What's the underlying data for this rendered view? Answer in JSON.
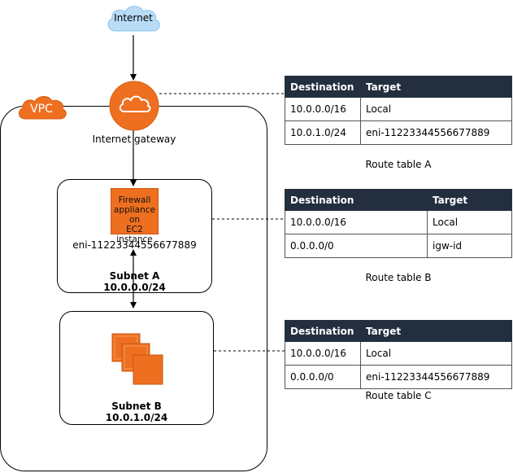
{
  "internet": {
    "label": "Internet"
  },
  "vpc": {
    "label": "VPC"
  },
  "gateway": {
    "label": "Internet gateway"
  },
  "firewall": {
    "label_line1": "Firewall",
    "label_line2": "appliance on",
    "label_line3": "EC2 instance",
    "eni": "eni-11223344556677889"
  },
  "subnet_a": {
    "name": "Subnet A",
    "cidr": "10.0.0.0/24"
  },
  "subnet_b": {
    "name": "Subnet B",
    "cidr": "10.0.1.0/24"
  },
  "route_tables": [
    {
      "caption": "Route table A",
      "headers": [
        "Destination",
        "Target"
      ],
      "rows": [
        [
          "10.0.0.0/16",
          "Local"
        ],
        [
          "10.0.1.0/24",
          "eni-11223344556677889"
        ]
      ]
    },
    {
      "caption": "Route table B",
      "headers": [
        "Destination",
        "Target"
      ],
      "rows": [
        [
          "10.0.0.0/16",
          "Local"
        ],
        [
          "0.0.0.0/0",
          "igw-id"
        ]
      ]
    },
    {
      "caption": "Route table C",
      "headers": [
        "Destination",
        "Target"
      ],
      "rows": [
        [
          "10.0.0.0/16",
          "Local"
        ],
        [
          "0.0.0.0/0",
          "eni-11223344556677889"
        ]
      ]
    }
  ],
  "colors": {
    "aws_orange": "#ee6f20",
    "table_header": "#232f3e",
    "cloud_blue": "#b9dcf7"
  }
}
